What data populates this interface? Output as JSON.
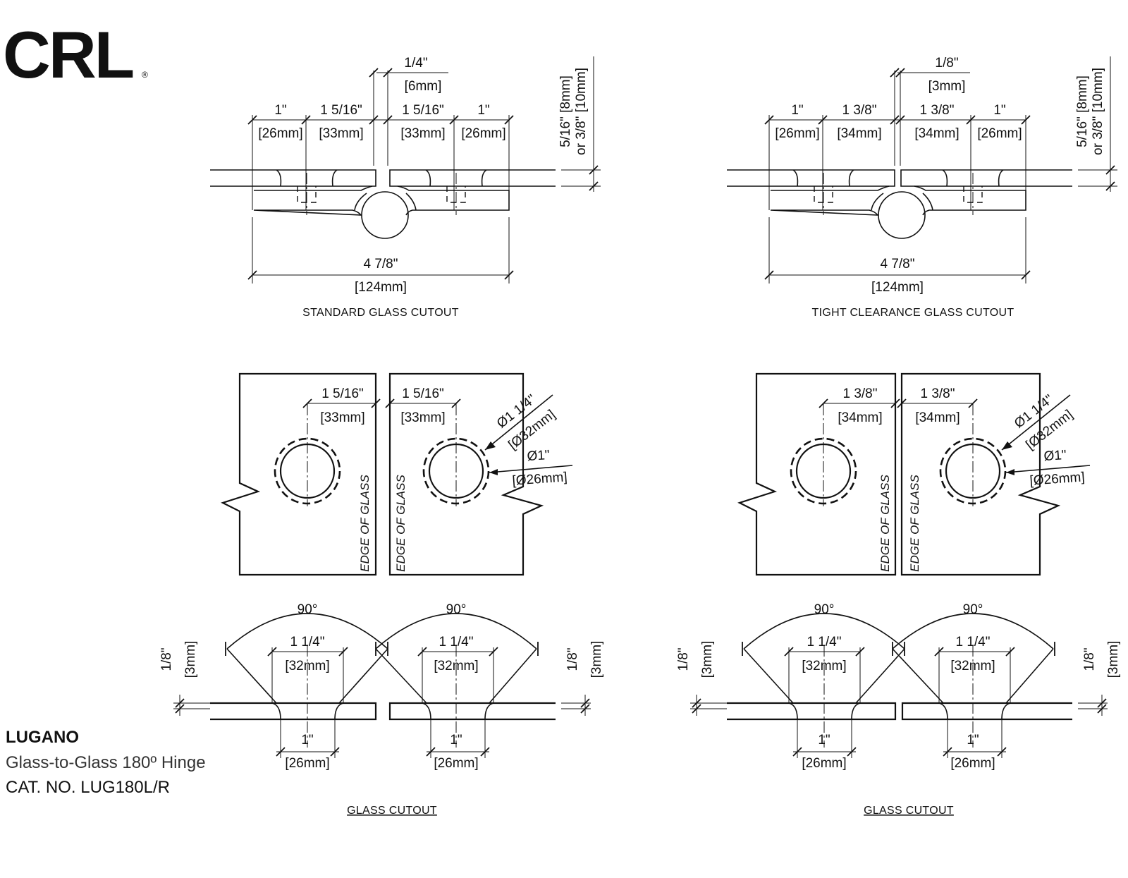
{
  "brand": {
    "logo": "CRL",
    "registered_mark": "®"
  },
  "product": {
    "name": "LUGANO",
    "description": "Glass-to-Glass 180º Hinge",
    "catalog": "CAT. NO. LUG180L/R"
  },
  "captions": {
    "standard": "STANDARD GLASS CUTOUT",
    "tight": "TIGHT CLEARANCE GLASS CUTOUT",
    "cutout_left": "GLASS CUTOUT",
    "cutout_right": "GLASS CUTOUT"
  },
  "standard_top": {
    "gap_in": "1/4\"",
    "gap_mm": "[6mm]",
    "d1_in": "1\"",
    "d1_mm": "[26mm]",
    "d2_in": "1 5/16\"",
    "d2_mm": "[33mm]",
    "d3_in": "1 5/16\"",
    "d3_mm": "[33mm]",
    "d4_in": "1\"",
    "d4_mm": "[26mm]",
    "thick_a": "5/16\" [8mm]",
    "thick_b": "or 3/8\" [10mm]",
    "overall_in": "4 7/8\"",
    "overall_mm": "[124mm]"
  },
  "tight_top": {
    "gap_in": "1/8\"",
    "gap_mm": "[3mm]",
    "d1_in": "1\"",
    "d1_mm": "[26mm]",
    "d2_in": "1 3/8\"",
    "d2_mm": "[34mm]",
    "d3_in": "1 3/8\"",
    "d3_mm": "[34mm]",
    "d4_in": "1\"",
    "d4_mm": "[26mm]",
    "thick_a": "5/16\" [8mm]",
    "thick_b": "or 3/8\" [10mm]",
    "overall_in": "4 7/8\"",
    "overall_mm": "[124mm]"
  },
  "standard_plan": {
    "left_in": "1 5/16\"",
    "left_mm": "[33mm]",
    "right_in": "1 5/16\"",
    "right_mm": "[33mm]",
    "outer_dia_in": "Ø1 1/4\"",
    "outer_dia_mm": "[Ø32mm]",
    "inner_dia_in": "Ø1\"",
    "inner_dia_mm": "[Ø26mm]",
    "edge_left": "EDGE OF GLASS",
    "edge_right": "EDGE OF GLASS"
  },
  "tight_plan": {
    "left_in": "1 3/8\"",
    "left_mm": "[34mm]",
    "right_in": "1 3/8\"",
    "right_mm": "[34mm]",
    "outer_dia_in": "Ø1 1/4\"",
    "outer_dia_mm": "[Ø32mm]",
    "inner_dia_in": "Ø1\"",
    "inner_dia_mm": "[Ø26mm]",
    "edge_left": "EDGE OF GLASS",
    "edge_right": "EDGE OF GLASS"
  },
  "standard_section": {
    "angle_left": "90°",
    "angle_right": "90°",
    "top_left_in": "1 1/4\"",
    "top_left_mm": "[32mm]",
    "top_right_in": "1 1/4\"",
    "top_right_mm": "[32mm]",
    "bot_left_in": "1\"",
    "bot_left_mm": "[26mm]",
    "bot_right_in": "1\"",
    "bot_right_mm": "[26mm]",
    "chamfer_left_in": "1/8\"",
    "chamfer_left_mm": "[3mm]",
    "chamfer_right_in": "1/8\"",
    "chamfer_right_mm": "[3mm]"
  },
  "tight_section": {
    "angle_left": "90°",
    "angle_right": "90°",
    "top_left_in": "1 1/4\"",
    "top_left_mm": "[32mm]",
    "top_right_in": "1 1/4\"",
    "top_right_mm": "[32mm]",
    "bot_left_in": "1\"",
    "bot_left_mm": "[26mm]",
    "bot_right_in": "1\"",
    "bot_right_mm": "[26mm]",
    "chamfer_left_in": "1/8\"",
    "chamfer_left_mm": "[3mm]",
    "chamfer_right_in": "1/8\"",
    "chamfer_right_mm": "[3mm]"
  }
}
